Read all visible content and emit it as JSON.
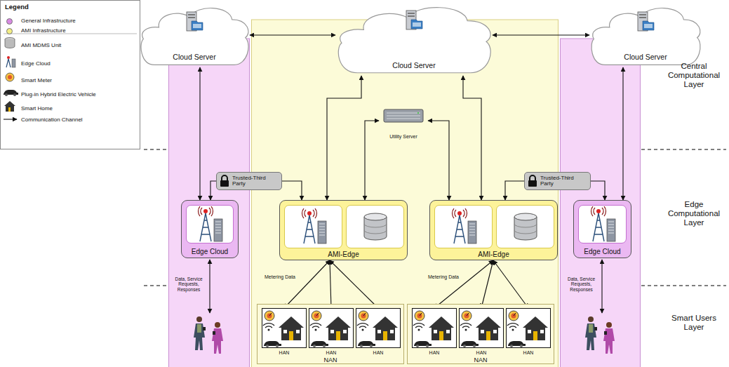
{
  "diagram": {
    "nodes": [
      {
        "text": [
          "Cloud Server"
        ]
      },
      {
        "text": [
          "Cloud Server"
        ]
      },
      {
        "text": [
          "Cloud Server"
        ]
      },
      {
        "text": [
          "Utility Server"
        ]
      },
      {
        "text": [
          "Trusted-Third Party"
        ]
      },
      {
        "text": [
          "Trusted-Third Party"
        ]
      },
      {
        "text": [
          "Edge Cloud"
        ]
      },
      {
        "text": [
          "AMI-Edge"
        ]
      },
      {
        "text": [
          "AMI-Edge"
        ]
      },
      {
        "text": [
          "Edge Cloud"
        ]
      },
      {
        "text": [
          "NAN"
        ]
      },
      {
        "text": [
          "HAN"
        ],
        "in": 10
      },
      {
        "text": [
          "HAN"
        ],
        "in": 10
      },
      {
        "text": [
          "HAN"
        ],
        "in": 10
      },
      {
        "text": [
          "NAN"
        ]
      },
      {
        "text": [
          "HAN"
        ],
        "in": 14
      },
      {
        "text": [
          "HAN"
        ],
        "in": 14
      },
      {
        "text": [
          "HAN"
        ],
        "in": 14
      }
    ],
    "edges": [
      {
        "from": 0,
        "to": 1,
        "arrow": "both"
      },
      {
        "from": 1,
        "to": 2,
        "arrow": "both"
      },
      {
        "from": 0,
        "to": 6,
        "arrow": "both"
      },
      {
        "from": 2,
        "to": 9,
        "arrow": "both"
      },
      {
        "from": 1,
        "to": 7,
        "arrow": "both"
      },
      {
        "from": 1,
        "to": 8,
        "arrow": "both"
      },
      {
        "from": 7,
        "to": 3,
        "arrow": "both"
      },
      {
        "from": 8,
        "to": 3,
        "arrow": "both"
      },
      {
        "from": 4,
        "to": 6,
        "arrow": "to"
      },
      {
        "from": 4,
        "to": 7,
        "arrow": "to"
      },
      {
        "from": 5,
        "to": 8,
        "arrow": "to"
      },
      {
        "from": 5,
        "to": 9,
        "arrow": "to"
      },
      {
        "from": 7,
        "to": 11,
        "arrow": "both"
      },
      {
        "from": 7,
        "to": 12,
        "arrow": "both"
      },
      {
        "from": 7,
        "to": 13,
        "arrow": "both"
      },
      {
        "from": 8,
        "to": 15,
        "arrow": "both"
      },
      {
        "from": 8,
        "to": 16,
        "arrow": "both"
      },
      {
        "from": 8,
        "to": 17,
        "arrow": "both"
      }
    ],
    "labels": [
      "Legend",
      "Central Computational Layer",
      "Edge Computational Layer",
      "Smart Users Layer",
      "Data, Service Requests, Responses",
      "Data, Service Requests, Responses",
      "Metering Data",
      "Metering Data"
    ],
    "legend": [
      {
        "text": "General Infrastructure",
        "color": "#d98ae3"
      },
      {
        "text": "AMI Infrastructure",
        "color": "#f4ee84"
      },
      {
        "text": "AMI MDMS Unit"
      },
      {
        "text": "Edge Cloud"
      },
      {
        "text": "Smart Meter"
      },
      {
        "text": "Plug-in Hybrid Electric Vehicle"
      },
      {
        "text": "Smart Home"
      },
      {
        "text": "Communication Channel"
      }
    ]
  }
}
